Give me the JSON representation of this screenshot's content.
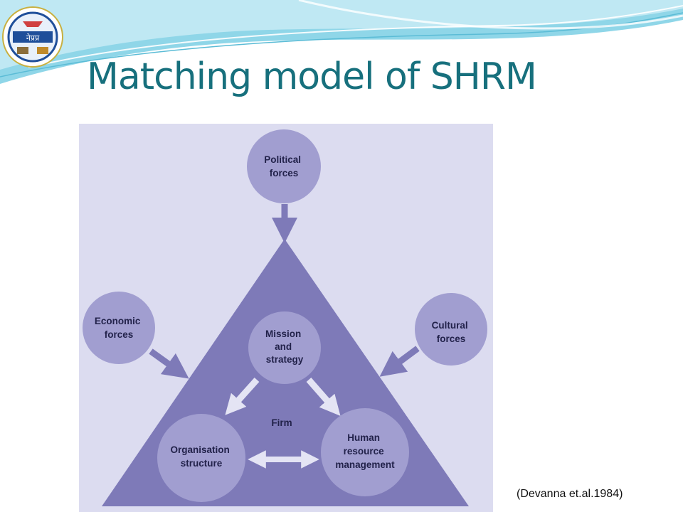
{
  "slide": {
    "title": "Matching model of SHRM",
    "citation": "(Devanna et.al.1984)",
    "logo_text": "नेप्रप्र"
  },
  "diagram": {
    "political": [
      "Political",
      "forces"
    ],
    "economic": [
      "Economic",
      "forces"
    ],
    "cultural": [
      "Cultural",
      "forces"
    ],
    "mission": [
      "Mission",
      "and",
      "strategy"
    ],
    "firm": "Firm",
    "organisation": [
      "Organisation",
      "structure"
    ],
    "hrm": [
      "Human",
      "resource",
      "management"
    ]
  },
  "colors": {
    "title": "#17707d",
    "diagram_bg": "#dcdcf0",
    "triangle": "#7e7ab8",
    "node": "#a19ed0",
    "arrow": "#7e7ab8",
    "inner_arrow": "#e4e4f4"
  }
}
